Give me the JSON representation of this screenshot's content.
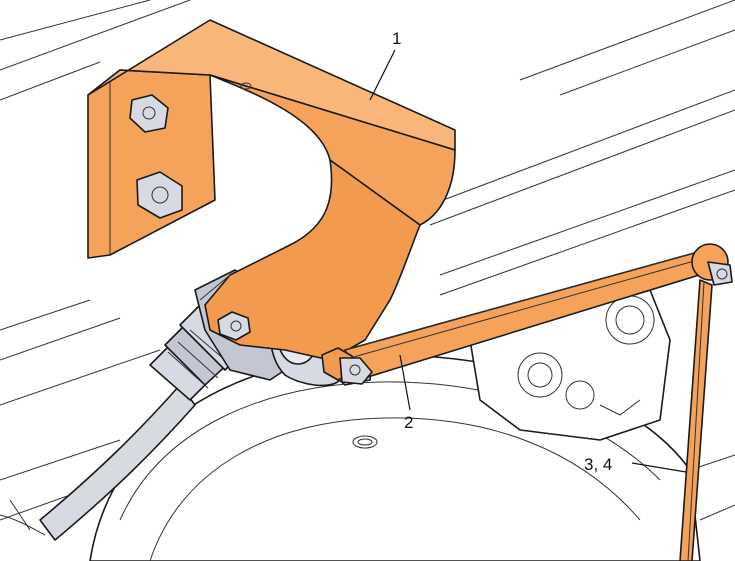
{
  "callouts": {
    "bracket": "1",
    "linkage_arm": "2",
    "vertical_rod": "3, 4"
  },
  "colors": {
    "part_highlight": "#f5a25a",
    "part_shadow": "#e07f2f",
    "metal": "#d7d9e3",
    "metal_dark": "#a9acba",
    "outline": "#1a1a1a",
    "background": "#ffffff"
  }
}
